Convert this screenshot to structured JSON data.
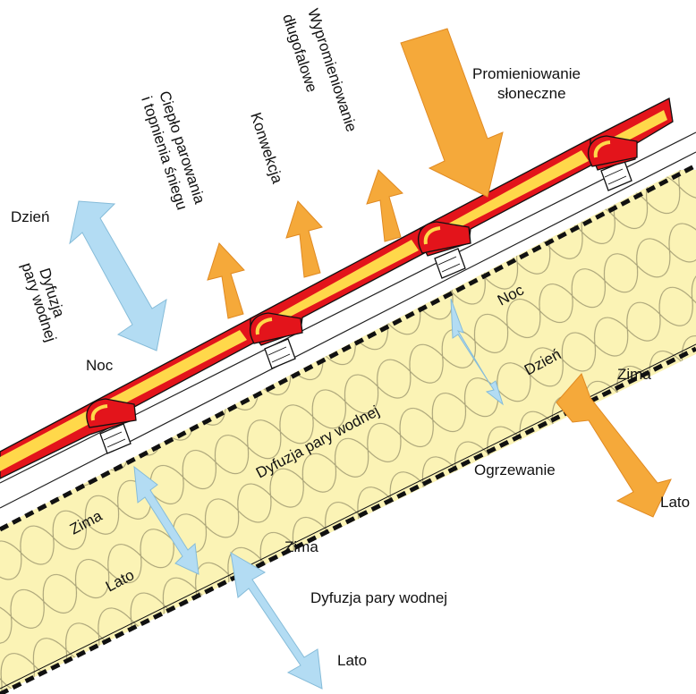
{
  "labels": {
    "promieniowanie": [
      "Promieniowanie",
      "słoneczne"
    ],
    "wypromieniowanie": [
      "Wypromieniowanie",
      "długofalowe"
    ],
    "konwekcja": "Konwekcja",
    "cieplo": [
      "Ciepło parowania",
      "i topnienia śniegu"
    ],
    "dzien_top": "Dzień",
    "dyfuzja_top": [
      "Dyfuzja",
      "pary wodnej"
    ],
    "noc_top": "Noc",
    "noc_inner": "Noc",
    "dzien_inner": "Dzień",
    "dyfuzja_inner": "Dyfuzja pary wodnej",
    "zima_right": "Zima",
    "ogrzewanie": "Ogrzewanie",
    "lato_right": "Lato",
    "zima_left": "Zima",
    "lato_left": "Lato",
    "zima_bottom": "Zima",
    "dyfuzja_bottom": "Dyfuzja pary wodnej",
    "lato_bottom": "Lato"
  },
  "colors": {
    "roof_red": "#e3141b",
    "roof_yellow": "#ffd84a",
    "insulation_fill": "#fbf3b5",
    "arrow_orange": "#f5a93a",
    "arrow_blue": "#b3dcf3",
    "outline": "#1a1a1a"
  }
}
